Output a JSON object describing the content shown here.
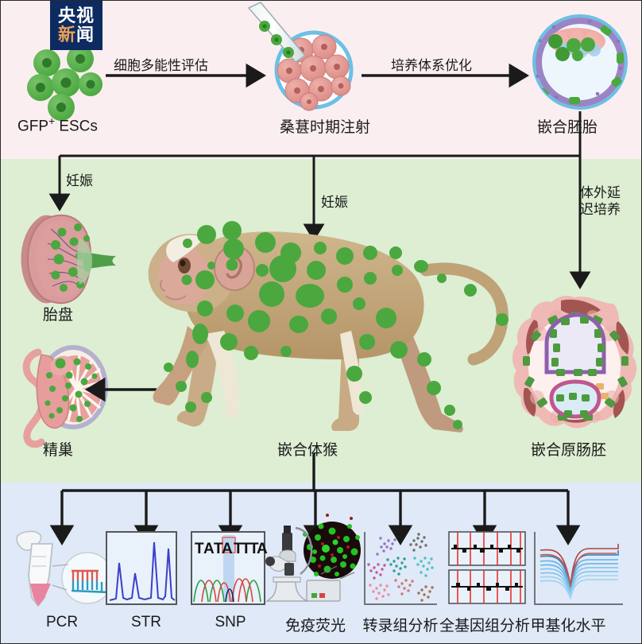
{
  "logo": {
    "line1": "央视",
    "line2_left": "新",
    "line2_right": "闻",
    "bg": "#0d2b60",
    "accent": "#e8a05a"
  },
  "bands": {
    "top": {
      "name": "pluripotency-and-embryo-row",
      "color": "#fbeef0"
    },
    "middle": {
      "name": "in-vivo-chimera-row",
      "color": "#ddeed3"
    },
    "bottom": {
      "name": "analysis-assays-row",
      "color": "#dfe9f7"
    }
  },
  "row1": {
    "esc_label_prefix": "GFP",
    "esc_label_sup": "+",
    "esc_label_suffix": " ESCs",
    "arrow1_label": "细胞多能性评估",
    "morula_label": "桑葚时期注射",
    "arrow2_label": "培养体系优化",
    "blastocyst_label": "嵌合胚胎"
  },
  "row2": {
    "arrow_placenta_label": "妊娠",
    "arrow_monkey_label": "妊娠",
    "arrow_gastruloid_label_line1": "体外延",
    "arrow_gastruloid_label_line2": "迟培养",
    "placenta_label": "胎盘",
    "testis_label": "精巢",
    "monkey_label": "嵌合体猴",
    "gastruloid_label": "嵌合原肠胚"
  },
  "row3": {
    "assays": [
      {
        "id": "pcr",
        "label": "PCR",
        "icon": "tube-dna-icon"
      },
      {
        "id": "str",
        "label": "STR",
        "icon": "str-peaks-chart-icon"
      },
      {
        "id": "snp",
        "label": "SNP",
        "icon": "snp-sequence-chart-icon"
      },
      {
        "id": "if",
        "label": "免疫荧光",
        "icon": "microscope-icon"
      },
      {
        "id": "rna",
        "label": "转录组分析",
        "icon": "tsne-scatter-icon"
      },
      {
        "id": "wgs",
        "label": "全基因组分析",
        "icon": "genome-track-icon"
      },
      {
        "id": "meth",
        "label": "甲基化水平",
        "icon": "methylation-curves-icon"
      }
    ],
    "snp_sequence": "TATATTTTA",
    "snp_highlight_base": "T"
  },
  "colors": {
    "gfp_green": "#4aa83f",
    "cell_pink": "#e0918c",
    "zona_blue": "#6cc0e5",
    "trophectoderm_purple": "#9b84c4",
    "monkey_fur": "#c8ae82",
    "tissue_pink": "#e8a8a8",
    "arrow_black": "#1a1a1a",
    "band_pink": "#fbeef0",
    "band_green": "#ddeed3",
    "band_blue": "#dfe9f7"
  }
}
